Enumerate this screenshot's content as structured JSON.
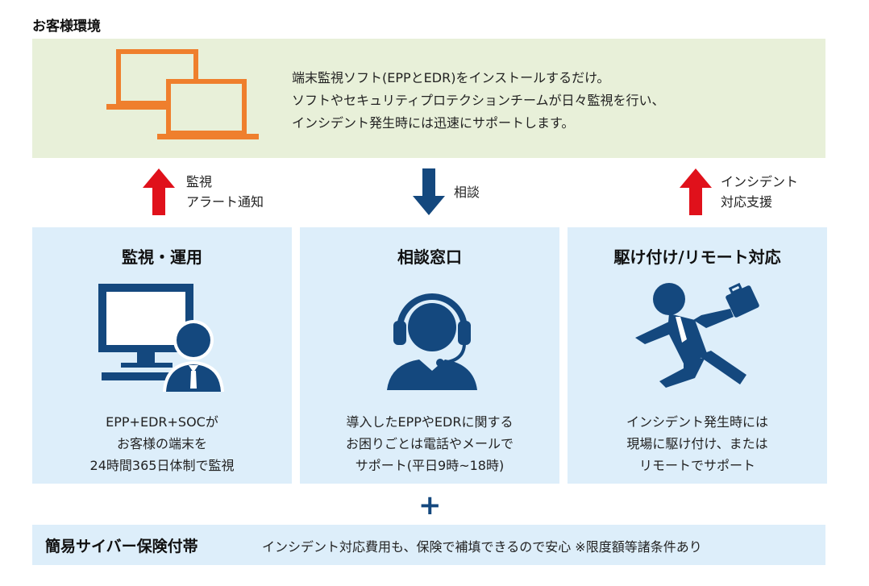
{
  "customer_env": {
    "title": "お客様環境",
    "description": [
      "端末監視ソフト(EPPとEDR)をインストールするだけ。",
      "ソフトやセキュリティプロテクションチームが日々監視を行い、",
      "インシデント発生時には迅速にサポートします。"
    ]
  },
  "arrows": [
    {
      "direction": "up",
      "color": "#e0111b",
      "label": [
        "監視",
        "アラート通知"
      ]
    },
    {
      "direction": "down",
      "color": "#14487e",
      "label": [
        "相談"
      ]
    },
    {
      "direction": "up",
      "color": "#e0111b",
      "label": [
        "インシデント",
        "対応支援"
      ]
    }
  ],
  "services": [
    {
      "title": "監視・運用",
      "icon": "monitor-operator-icon",
      "description": [
        "EPP+EDR+SOCが",
        "お客様の端末を",
        "24時間365日体制で監視"
      ]
    },
    {
      "title": "相談窓口",
      "icon": "headset-operator-icon",
      "description": [
        "導入したEPPやEDRに関する",
        "お困りごとは電話やメールで",
        "サポート(平日9時~18時)"
      ]
    },
    {
      "title": "駆け付け/リモート対応",
      "icon": "running-businessman-icon",
      "description": [
        "インシデント発生時には",
        "現場に駆け付け、または",
        "リモートでサポート"
      ]
    }
  ],
  "plus_sign": "+",
  "insurance": {
    "title": "簡易サイバー保険付帯",
    "description": "インシデント対応費用も、保険で補填できるので安心 ※限度額等諸条件あり"
  },
  "colors": {
    "env_bg": "#e8f0d9",
    "service_bg": "#ddeefa",
    "navy": "#14487e",
    "red": "#e0111b",
    "laptop_orange": "#ef7f2d"
  }
}
